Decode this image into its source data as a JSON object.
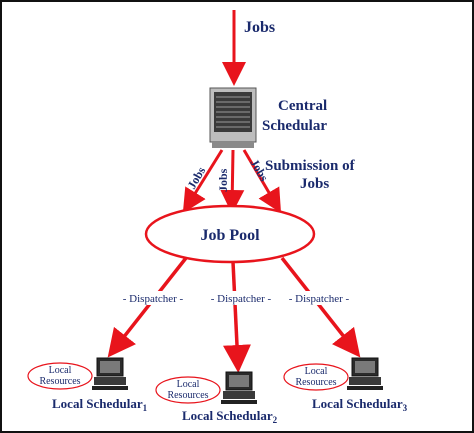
{
  "colors": {
    "arrow": "#e8141c",
    "text": "#1a2a6c",
    "ellipse": "#e8141c",
    "frame": "#111111"
  },
  "top_label": "Jobs",
  "central": {
    "label_line1": "Central",
    "label_line2": "Schedular",
    "icon": "server-icon"
  },
  "submission": {
    "line1": "Submission of",
    "line2": "Jobs",
    "arrow_labels": [
      "Jobs",
      "Jobs",
      "Jobs"
    ]
  },
  "pool": {
    "label": "Job Pool"
  },
  "dispatch_labels": [
    "- Dispatcher -",
    "- Dispatcher -",
    "- Dispatcher -"
  ],
  "local": [
    {
      "name": "Local Schedular",
      "sub": "1",
      "resources_line1": "Local",
      "resources_line2": "Resources",
      "icon": "computer-icon"
    },
    {
      "name": "Local Schedular",
      "sub": "2",
      "resources_line1": "Local",
      "resources_line2": "Resources",
      "icon": "computer-icon"
    },
    {
      "name": "Local Schedular",
      "sub": "3",
      "resources_line1": "Local",
      "resources_line2": "Resources",
      "icon": "computer-icon"
    }
  ]
}
